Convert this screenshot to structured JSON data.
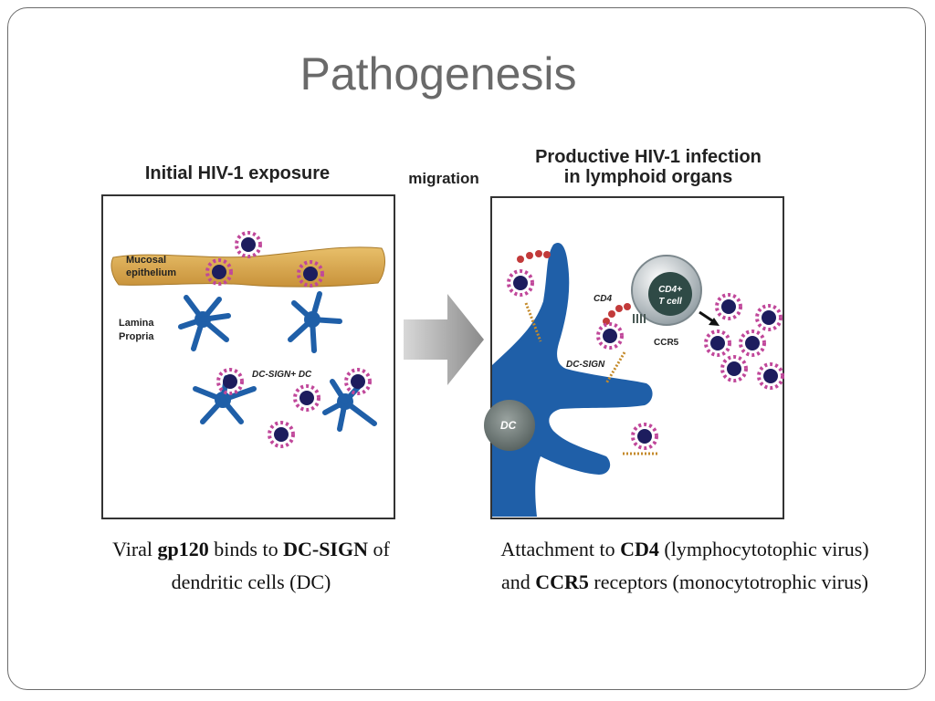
{
  "slide": {
    "title": "Pathogenesis"
  },
  "diagram": {
    "left_panel": {
      "title": "Initial HIV-1 exposure",
      "labels": {
        "mucosal": "Mucosal",
        "epithelium": "epithelium",
        "lamina": "Lamina",
        "propria": "Propria",
        "dc_sign_dc": "DC-SIGN+ DC"
      }
    },
    "migration_label": "migration",
    "right_panel": {
      "title_line1": "Productive HIV-1 infection",
      "title_line2": "in lymphoid organs",
      "labels": {
        "cd4": "CD4",
        "cd4_cell_line1": "CD4+",
        "cd4_cell_line2": "T cell",
        "ccr5": "CCR5",
        "dc_sign": "DC-SIGN",
        "dc": "DC"
      }
    },
    "colors": {
      "epithelium": "#d9a84a",
      "dendritic_cell": "#1f5fa8",
      "virus_core": "#1d1d5e",
      "virus_spikes": "#c0479a",
      "receptor": "#c48a2a",
      "cd4_beads": "#c23a3a",
      "arrow": "#9a9a9a"
    }
  },
  "captions": {
    "left": {
      "p1": "Viral ",
      "b1": "gp120",
      "p2": " binds to ",
      "b2": "DC-SIGN",
      "p3": " of",
      "line2": "dendritic cells (DC)"
    },
    "right": {
      "p1": "Attachment to ",
      "b1": "CD4",
      "p2": " (lymphocytotophic virus)",
      "p3": "and ",
      "b2": "CCR5",
      "p4": " receptors (monocytotrophic virus)"
    }
  }
}
